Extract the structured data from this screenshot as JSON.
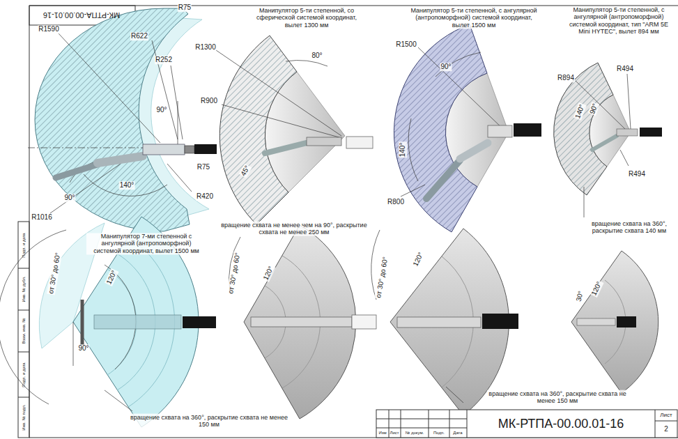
{
  "diagram": {
    "labels": [
      "МК-РТПА-00.00.01-16",
      "R75",
      "R1590",
      "R622",
      "R252",
      "90°",
      "R75",
      "R420",
      "90°",
      "140°",
      "R1016",
      "Манипулятор 5-ти степенной, со сферической системой координат, вылет 1300 мм",
      "R1300",
      "80°",
      "R900",
      "45°",
      "Манипулятор 5-ти степенной, с ангулярной (антропоморфной) системой координат, вылет 1500 мм",
      "R1500",
      "90°",
      "140°",
      "R800",
      "Манипулятор 5-ти степенной, с ангулярной (антропоморфной) системой координат, тип \"ARM 5E Mini HYTEC\", вылет 894 мм",
      "R894",
      "R494",
      "140°",
      "90°",
      "R494",
      "вращение схвата на 360°, раскрытие схвата 140 мм",
      "Манипулятор 7-ми степенной с ангулярной (антропоморфной) системой координат, вылет 1500 мм",
      "от 30° до 60°",
      "120°",
      "90°",
      "вращение схвата на 360°, раскрытие схвата не менее 150 мм",
      "вращение схвата не менее чем на 90°, раскрытие схвата не менее 250 мм",
      "от 30° до 60°",
      "120°",
      "от 30° до 60°",
      "120°",
      "вращение схвата на 360°, раскрытие схвата не менее 150 мм",
      "30°",
      "120°",
      "МК-РТПА-00.00.01-16",
      "Лист",
      "2",
      "Изм",
      "Лист",
      "№ докум.",
      "Подп.",
      "Дата",
      "Подп. и дата",
      "Инв. № дубл.",
      "Взам. инв. №",
      "Подп. и дата",
      "Инв. № подл."
    ]
  }
}
